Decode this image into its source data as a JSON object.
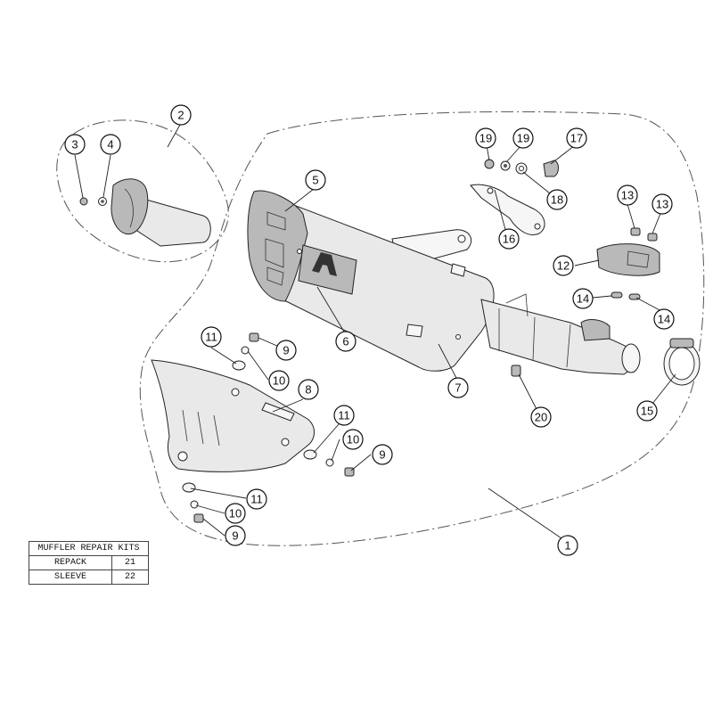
{
  "callouts": [
    {
      "id": "c1",
      "label": "1"
    },
    {
      "id": "c2",
      "label": "2"
    },
    {
      "id": "c3",
      "label": "3"
    },
    {
      "id": "c4",
      "label": "4"
    },
    {
      "id": "c5",
      "label": "5"
    },
    {
      "id": "c6",
      "label": "6"
    },
    {
      "id": "c7",
      "label": "7"
    },
    {
      "id": "c8",
      "label": "8"
    },
    {
      "id": "c9a",
      "label": "9"
    },
    {
      "id": "c9b",
      "label": "9"
    },
    {
      "id": "c9c",
      "label": "9"
    },
    {
      "id": "c10a",
      "label": "10"
    },
    {
      "id": "c10b",
      "label": "10"
    },
    {
      "id": "c10c",
      "label": "10"
    },
    {
      "id": "c11a",
      "label": "11"
    },
    {
      "id": "c11b",
      "label": "11"
    },
    {
      "id": "c11c",
      "label": "11"
    },
    {
      "id": "c12",
      "label": "12"
    },
    {
      "id": "c13a",
      "label": "13"
    },
    {
      "id": "c13b",
      "label": "13"
    },
    {
      "id": "c14a",
      "label": "14"
    },
    {
      "id": "c14b",
      "label": "14"
    },
    {
      "id": "c15",
      "label": "15"
    },
    {
      "id": "c16",
      "label": "16"
    },
    {
      "id": "c17",
      "label": "17"
    },
    {
      "id": "c18",
      "label": "18"
    },
    {
      "id": "c19a",
      "label": "19"
    },
    {
      "id": "c19b",
      "label": "19"
    },
    {
      "id": "c20",
      "label": "20"
    }
  ],
  "repair_kits": {
    "title": "MUFFLER REPAIR KITS",
    "rows": [
      {
        "name": "REPACK",
        "number": "21"
      },
      {
        "name": "SLEEVE",
        "number": "22"
      }
    ]
  }
}
